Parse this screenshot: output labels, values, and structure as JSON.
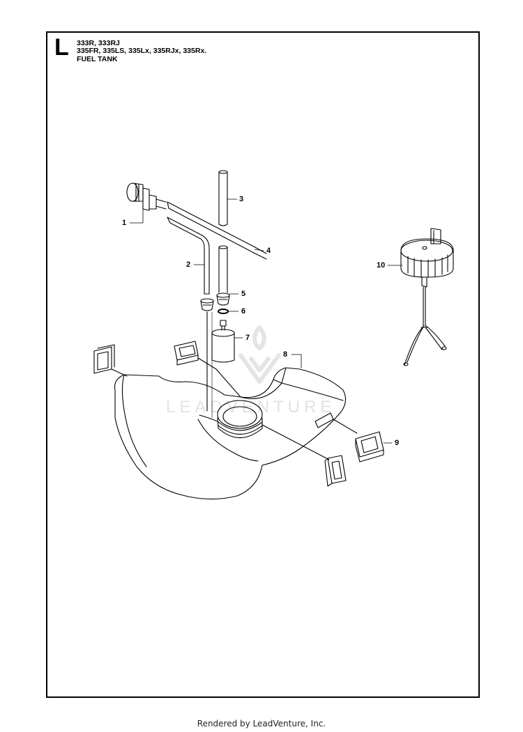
{
  "header": {
    "section_letter": "L",
    "models_line1": "333R, 333RJ",
    "models_line2": "335FR, 335LS, 335Lx, 335RJx, 335Rx.",
    "title": "FUEL TANK"
  },
  "callouts": [
    "1",
    "2",
    "3",
    "4",
    "5",
    "6",
    "7",
    "8",
    "9",
    "10"
  ],
  "watermark": "LEADVENTURE",
  "footer": "Rendered by LeadVenture, Inc."
}
